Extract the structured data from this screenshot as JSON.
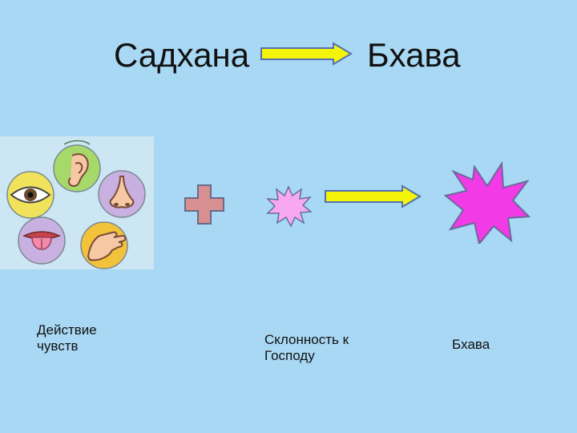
{
  "title": {
    "left": "Садхана",
    "right": "Бхава"
  },
  "captions": {
    "senses_line1": "Действие",
    "senses_line2": "чувств",
    "inclination_line1": "Склонность к",
    "inclination_line2": "Господу",
    "bhava": "Бхава"
  },
  "colors": {
    "background": "#a8d8f4",
    "arrow_fill": "#f4f40a",
    "arrow_outline": "#5570b0",
    "plus_fill": "#d88f8f",
    "small_star": "#f8a8f0",
    "big_star": "#f23ae6",
    "sense_green": "#a6d96a",
    "sense_yellow": "#f0e25a",
    "sense_lilac": "#c8b0e0",
    "sense_orange": "#f2c23a"
  },
  "icons": [
    "ear-icon",
    "eye-icon",
    "nose-icon",
    "tongue-icon",
    "hand-icon",
    "plus-icon",
    "arrow-icon",
    "star-icon"
  ]
}
